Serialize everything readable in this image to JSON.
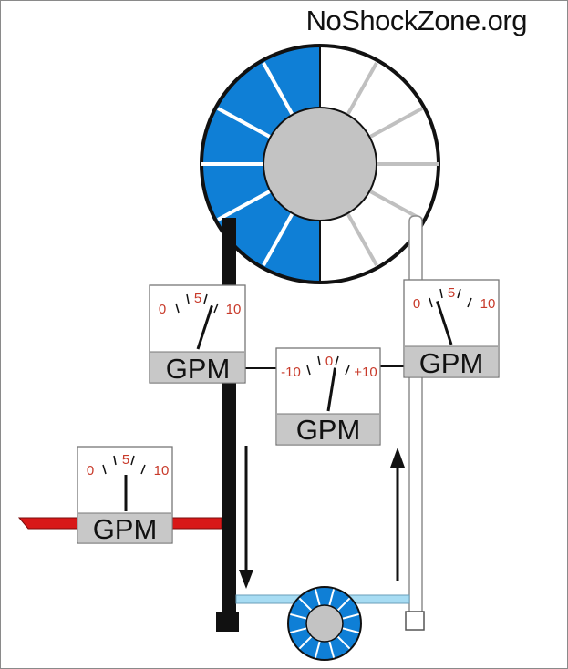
{
  "site": {
    "name": "NoShockZone.org"
  },
  "colors": {
    "blue": "#0f7fd6",
    "gray": "#c3c3c3",
    "black": "#111111",
    "red": "#d81818",
    "dial": "#c83a2a",
    "pipe_light": "#a7dcf3"
  },
  "gauges": {
    "left_supply": {
      "scale": [
        "0",
        "5",
        "10"
      ],
      "unit": "GPM",
      "reading": 7
    },
    "right_return": {
      "scale": [
        "0",
        "5",
        "10"
      ],
      "unit": "GPM",
      "reading": 3
    },
    "difference": {
      "scale": [
        "-10",
        "0",
        "+10"
      ],
      "unit": "GPM",
      "reading": 2
    },
    "red_branch": {
      "scale": [
        "0",
        "5",
        "10"
      ],
      "unit": "GPM",
      "reading": 5
    }
  },
  "icons": {
    "flow_down": "arrow-down-icon",
    "flow_up": "arrow-up-icon"
  }
}
